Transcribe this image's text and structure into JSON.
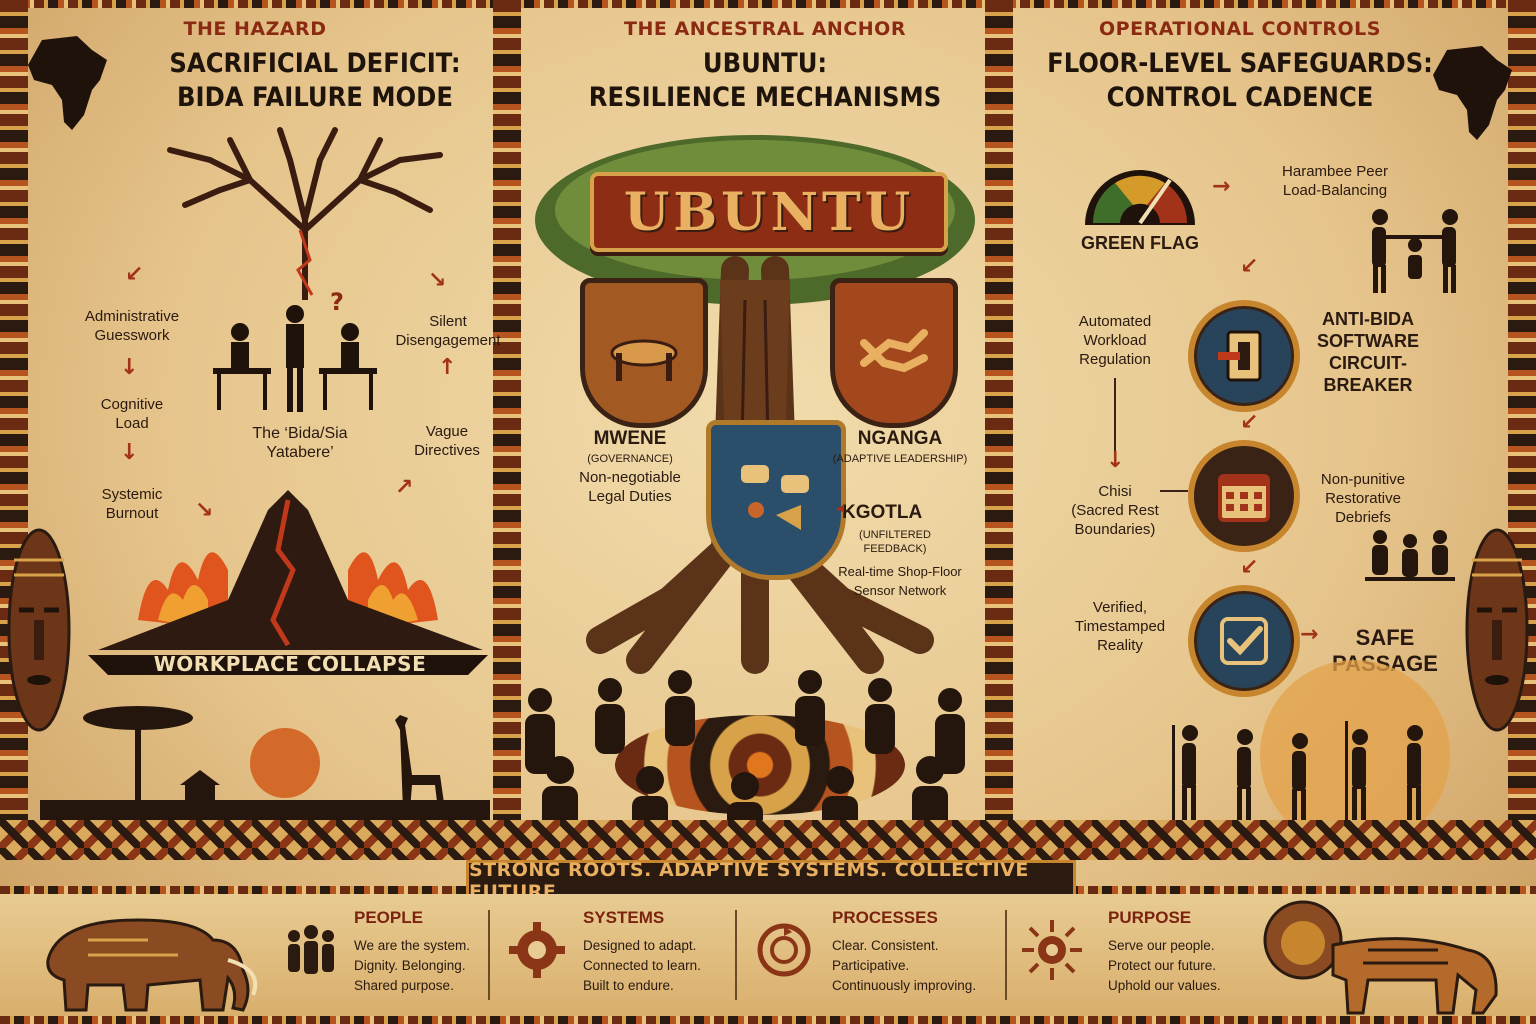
{
  "left": {
    "kicker": "THE HAZARD",
    "title_line1": "SACRIFICIAL DEFICIT:",
    "title_line2": "BIDA FAILURE MODE",
    "question_mark": "?",
    "labels": {
      "admin": "Administrative\nGuesswork",
      "cognitive": "Cognitive\nLoad",
      "burnout": "Systemic\nBurnout",
      "silent": "Silent\nDisengagement",
      "vague": "Vague\nDirectives",
      "bida": "The ‘Bida/Sia\nYatabere’"
    },
    "collapse": "WORKPLACE COLLAPSE"
  },
  "center": {
    "kicker": "THE ANCESTRAL ANCHOR",
    "title_line1": "UBUNTU:",
    "title_line2": "RESILIENCE MECHANISMS",
    "banner": "UBUNTU",
    "mwene_title": "MWENE",
    "mwene_sub": "(GOVERNANCE)",
    "mwene_desc": "Non-negotiable\nLegal Duties",
    "nganga_title": "NGANGA",
    "nganga_sub": "(ADAPTIVE LEADERSHIP)",
    "kgotla_title": "KGOTLA",
    "kgotla_sub": "(UNFILTERED\nFEEDBACK)",
    "kgotla_desc": "Real-time Shop-Floor\nSensor Network"
  },
  "right": {
    "kicker": "OPERATIONAL CONTROLS",
    "title_line1": "FLOOR-LEVEL SAFEGUARDS:",
    "title_line2": "CONTROL CADENCE",
    "green_flag": "GREEN FLAG",
    "harambee": "Harambee Peer\nLoad-Balancing",
    "automated": "Automated\nWorkload\nRegulation",
    "antibida": "ANTI-BIDA\nSOFTWARE\nCIRCUIT-\nBREAKER",
    "chisi": "Chisi\n(Sacred Rest\nBoundaries)",
    "debriefs": "Non-punitive\nRestorative\nDebriefs",
    "verified": "Verified,\nTimestamped\nReality",
    "safe": "SAFE\nPASSAGE"
  },
  "tagline": "STRONG ROOTS. ADAPTIVE SYSTEMS. COLLECTIVE FUTURE.",
  "footer": [
    {
      "title": "PEOPLE",
      "lines": [
        "We are the system.",
        "Dignity. Belonging.",
        "Shared purpose."
      ],
      "icon": "people-icon"
    },
    {
      "title": "SYSTEMS",
      "lines": [
        "Designed to adapt.",
        "Connected to learn.",
        "Built to endure."
      ],
      "icon": "gear-icon"
    },
    {
      "title": "PROCESSES",
      "lines": [
        "Clear. Consistent.",
        "Participative.",
        "Continuously improving."
      ],
      "icon": "cycle-icon"
    },
    {
      "title": "PURPOSE",
      "lines": [
        "Serve our people.",
        "Protect our future.",
        "Uphold our values."
      ],
      "icon": "sun-icon"
    }
  ],
  "colors": {
    "parchment": "#e9cb92",
    "rust": "#8b2a12",
    "ink": "#1f140c",
    "shield_blue": "#27445a",
    "gold": "#c7852e"
  }
}
